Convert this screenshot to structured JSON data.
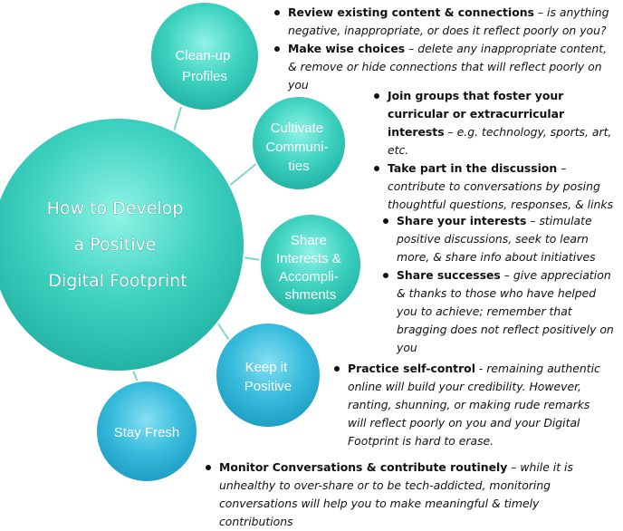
{
  "center": {
    "lines": [
      "How to Develop",
      "a Positive",
      "Digital Footprint"
    ]
  },
  "nodes": [
    {
      "id": "clean-up",
      "lines": [
        "Clean-up",
        "Profiles"
      ]
    },
    {
      "id": "cultivate",
      "lines": [
        "Cultivate",
        "Communi-",
        "ties"
      ]
    },
    {
      "id": "share",
      "lines": [
        "Share",
        "Interests &",
        "Accompli-",
        "shments"
      ]
    },
    {
      "id": "keep",
      "lines": [
        "Keep it",
        "Positive"
      ]
    },
    {
      "id": "fresh",
      "lines": [
        "Stay Fresh"
      ]
    }
  ],
  "bullets": {
    "clean": [
      {
        "bold": "Review existing content & connections",
        "sep": " – ",
        "italic": "is anything negative, inappropriate, or does it reflect poorly on you?"
      },
      {
        "bold": "Make wise choices",
        "sep": " – ",
        "italic": "delete any inappropriate content, & remove or hide connections that will reflect poorly on you"
      }
    ],
    "cultivate": [
      {
        "bold": "Join groups that foster your curricular or extracurricular interests",
        "sep": " – ",
        "italic": "e.g. technology, sports, art, etc."
      },
      {
        "bold": "Take part in the discussion",
        "sep": " – ",
        "italic": "contribute to conversations by posing thoughtful questions, responses, & links"
      }
    ],
    "share": [
      {
        "bold": "Share your interests",
        "sep": " – ",
        "italic": "stimulate positive discussions, seek to learn more, & share info about initiatives"
      },
      {
        "bold": "Share successes",
        "sep": " – ",
        "italic": "give appreciation & thanks to those who have helped you to achieve; remember that bragging does not reflect positively on you"
      }
    ],
    "keep": [
      {
        "bold": "Practice self-control",
        "sep": " - ",
        "italic": "remaining authentic online will build your credibility.  However, ranting, shunning, or making rude remarks will reflect poorly on you and your Digital Footprint is hard to erase."
      }
    ],
    "fresh": [
      {
        "bold": "Monitor Conversations & contribute routinely",
        "sep": " – ",
        "italic": "while it is unhealthy to over-share or to be tech-addicted, monitoring conversations will help you to make meaningful & timely contributions"
      }
    ]
  }
}
